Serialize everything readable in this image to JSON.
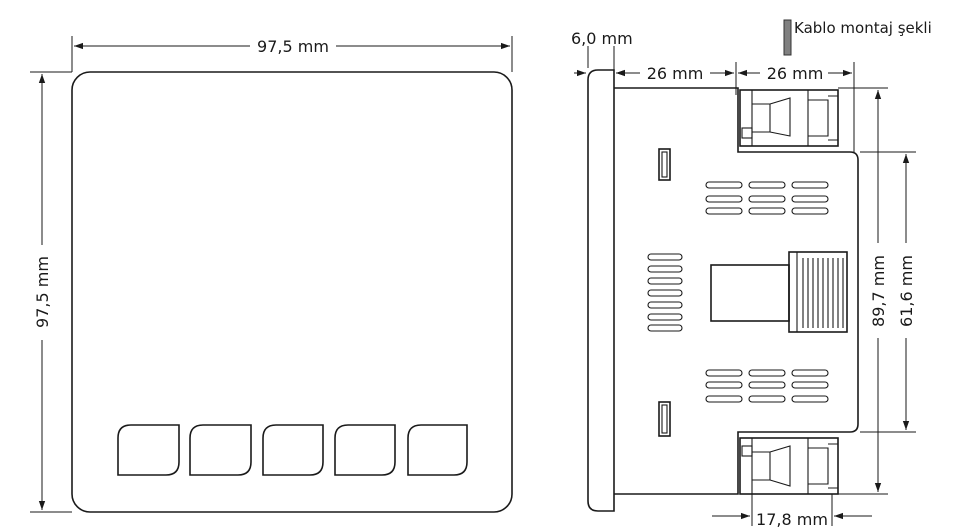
{
  "front_view": {
    "width_label": "97,5 mm",
    "height_label": "97,5 mm",
    "button_count": 5
  },
  "side_view": {
    "flange_label": "6,0 mm",
    "depth_label_1": "26 mm",
    "depth_label_2": "26 mm",
    "height_label_1": "89,7 mm",
    "height_label_2": "61,6 mm",
    "bottom_label": "17,8 mm"
  },
  "legend": {
    "text": "Kablo montaj şekli",
    "swatch_color": "#808080"
  },
  "colors": {
    "line": "#1a1a1a",
    "background": "#ffffff"
  }
}
